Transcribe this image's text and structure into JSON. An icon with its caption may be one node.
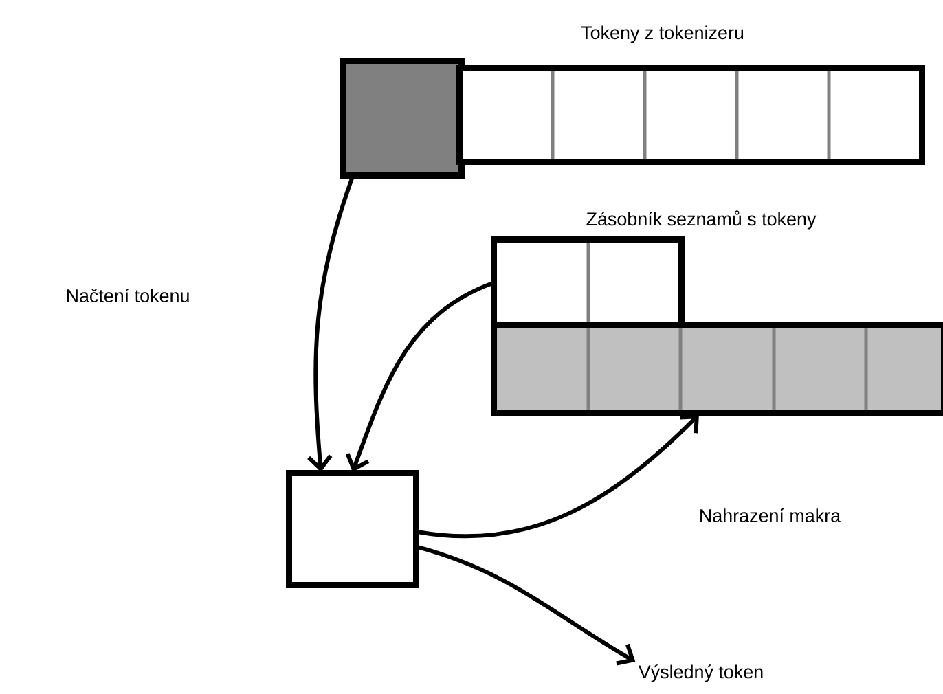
{
  "diagram": {
    "nodes": [
      {
        "text": [],
        "shape": "box"
      },
      {
        "text": [
          "Tokeny z tokenizeru"
        ]
      },
      {
        "text": [
          "Zásobník seznamů s tokeny"
        ]
      },
      {
        "text": [],
        "shape": "box"
      },
      {
        "text": [],
        "shape": "box"
      },
      {
        "text": [
          "Výsledný token"
        ]
      }
    ],
    "edges": [
      {
        "from": 0,
        "to": 4,
        "arrow": "to"
      },
      {
        "from": 2,
        "to": 4,
        "arrow": "to"
      },
      {
        "from": 4,
        "to": 3,
        "arrow": "to",
        "label": "Nahrazení makra"
      },
      {
        "from": 4,
        "to": 5,
        "arrow": "to"
      }
    ],
    "labels": [
      "Načtení tokenu"
    ]
  }
}
